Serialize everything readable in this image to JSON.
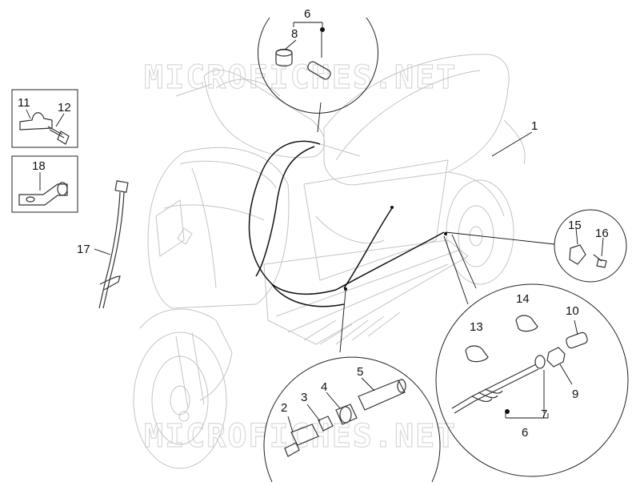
{
  "watermark": "MICROFICHES.NET",
  "callouts": [
    {
      "id": "1",
      "label": "1"
    },
    {
      "id": "2",
      "label": "2"
    },
    {
      "id": "3",
      "label": "3"
    },
    {
      "id": "4",
      "label": "4"
    },
    {
      "id": "5",
      "label": "5"
    },
    {
      "id": "6-top",
      "label": "6"
    },
    {
      "id": "6-bottom",
      "label": "6"
    },
    {
      "id": "7",
      "label": "7"
    },
    {
      "id": "8",
      "label": "8"
    },
    {
      "id": "9",
      "label": "9"
    },
    {
      "id": "10",
      "label": "10"
    },
    {
      "id": "11",
      "label": "11"
    },
    {
      "id": "12",
      "label": "12"
    },
    {
      "id": "13",
      "label": "13"
    },
    {
      "id": "14",
      "label": "14"
    },
    {
      "id": "15",
      "label": "15"
    },
    {
      "id": "16",
      "label": "16"
    },
    {
      "id": "17",
      "label": "17"
    },
    {
      "id": "18",
      "label": "18"
    }
  ]
}
